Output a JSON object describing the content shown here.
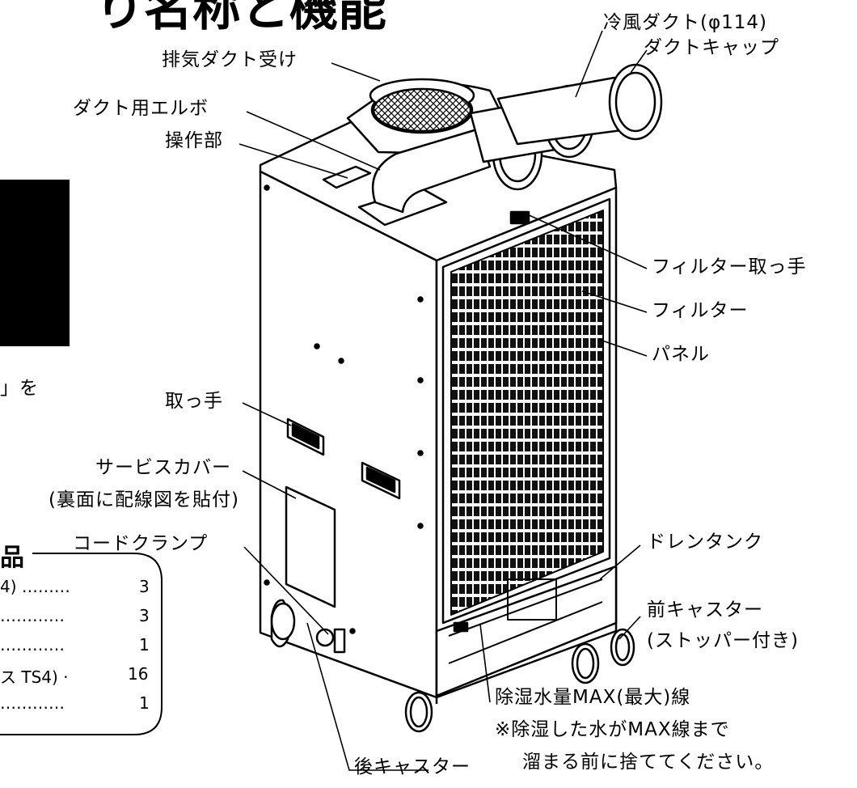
{
  "heading_fragment": "り名称と機能",
  "left_fragment": "」を",
  "accessories": {
    "title_fragment": "品",
    "rows": [
      {
        "text": "4) ……… ",
        "qty": "3"
      },
      {
        "text": "………… ",
        "qty": "3"
      },
      {
        "text": "………… ",
        "qty": "1"
      },
      {
        "text": "ス TS4) · ",
        "qty": "16"
      },
      {
        "text": "………… ",
        "qty": "1"
      }
    ]
  },
  "labels": {
    "cold_duct": "冷風ダクト(φ114)",
    "duct_cap": "ダクトキャップ",
    "exhaust_receiver": "排気ダクト受け",
    "duct_elbow": "ダクト用エルボ",
    "control_panel": "操作部",
    "filter_handle": "フィルター取っ手",
    "filter": "フィルター",
    "panel": "パネル",
    "handle": "取っ手",
    "service_cover": "サービスカバー",
    "service_cover_note": "(裏面に配線図を貼付)",
    "cord_clamp": "コードクランプ",
    "drain_tank": "ドレンタンク",
    "front_caster": "前キャスター",
    "front_caster_note": "(ストッパー付き)",
    "dehumid_line": "除湿水量MAX(最大)線",
    "dehumid_note_1": "※除湿した水がMAX線まで",
    "dehumid_note_2": "溜まる前に捨ててください。",
    "rear_caster": "後キャスター"
  }
}
